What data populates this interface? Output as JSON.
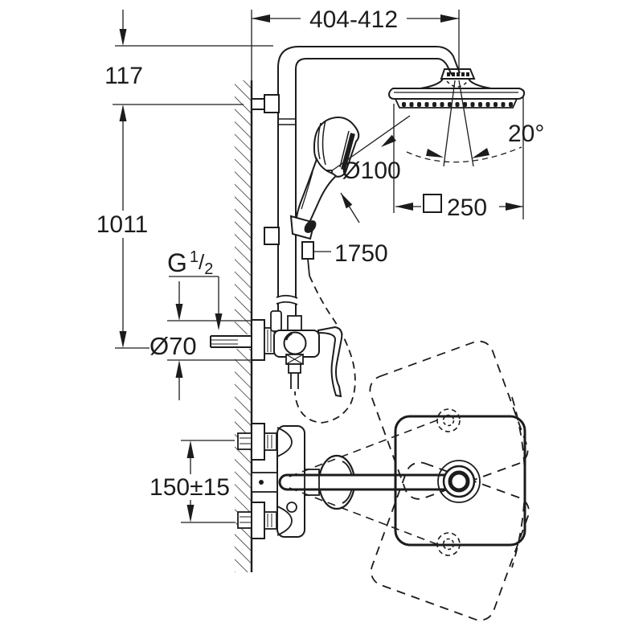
{
  "drawing": {
    "type": "technical-dimension-drawing",
    "subject": "wall-mounted shower system with head shower, hand shower and single-lever mixer, front view and top view",
    "background_color": "#ffffff",
    "line_color": "#1c1c1c",
    "dimensions": {
      "width_range": "404-412",
      "arm_drop": "117",
      "riser_height": "1011",
      "head_swivel_angle": "20°",
      "hand_shower_diameter": "Ø100",
      "head_size_value": "250",
      "head_size_symbol": "square",
      "hose_length": "1750",
      "thread": {
        "letter": "G",
        "numerator": "1",
        "slash": "/",
        "denominator": "2"
      },
      "escutcheon_diameter": "Ø70",
      "supply_spacing": "150±15"
    }
  }
}
